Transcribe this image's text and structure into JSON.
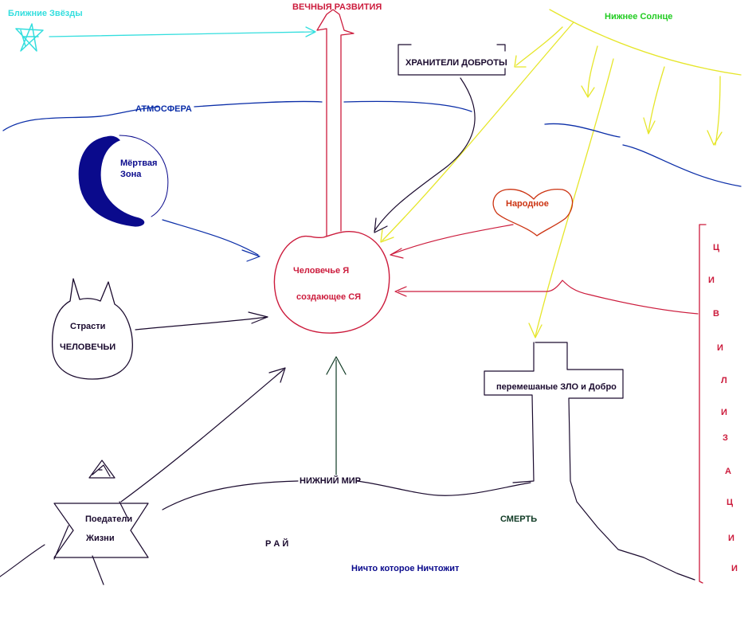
{
  "colors": {
    "cyan": "#33dede",
    "red": "#cc1b3c",
    "green": "#22cc22",
    "yellow": "#e6e62a",
    "blue": "#0b2ea8",
    "navy": "#0a0a8c",
    "dark": "#1a0a2e",
    "orange_red": "#cc3311",
    "dark_green": "#0f3a24"
  },
  "labels": {
    "near_stars": "Ближние Звёзды",
    "eternal_development": "ВЕЧНЫЯ РАЗВИТИЯ",
    "lower_sun": "Нижнее Солнце",
    "keepers_of_good": "ХРАНИТЕЛИ  ДОБРОТЫ",
    "atmosphere": "АТМОСФЕРА",
    "dead_zone_line1": "Мёртвая",
    "dead_zone_line2": "Зона",
    "folk": "Народное",
    "human_self_line1": "Человечье Я",
    "human_self_line2": "создающее СЯ",
    "passions_line1": "Страсти",
    "passions_line2": "ЧЕЛОВЕЧЬИ",
    "mixed_evil_good": "перемешаные ЗЛО и Добро",
    "lower_world": "НИЖНИЙ МИР",
    "death": "СМЕРТЬ",
    "eaters_line1": "Поедатели",
    "eaters_line2": "Жизни",
    "paradise": "Р А Й",
    "nothing": "Ничто которое Ничтожит",
    "civilization_letters": [
      "Ц",
      "И",
      "В",
      "И",
      "Л",
      "И",
      "З",
      "А",
      "Ц",
      "И",
      "И"
    ]
  }
}
